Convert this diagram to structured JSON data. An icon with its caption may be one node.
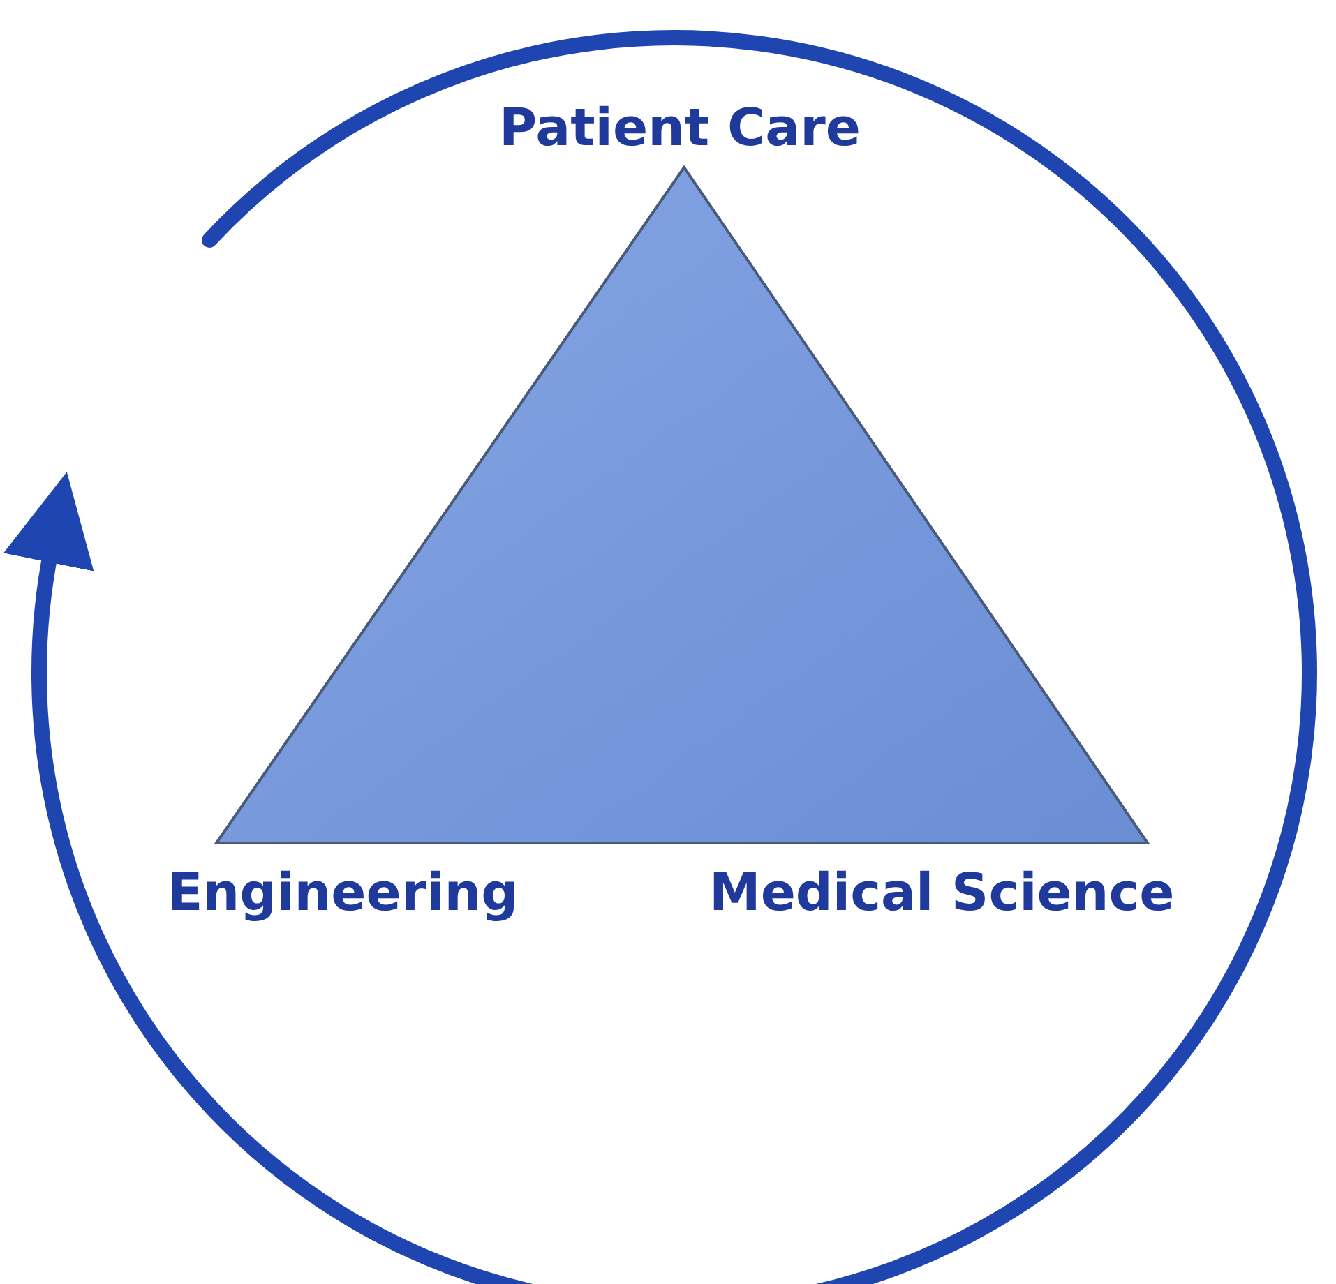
{
  "diagram": {
    "labels": [
      "Patient Care",
      "Engineering",
      "Medical Science"
    ]
  }
}
